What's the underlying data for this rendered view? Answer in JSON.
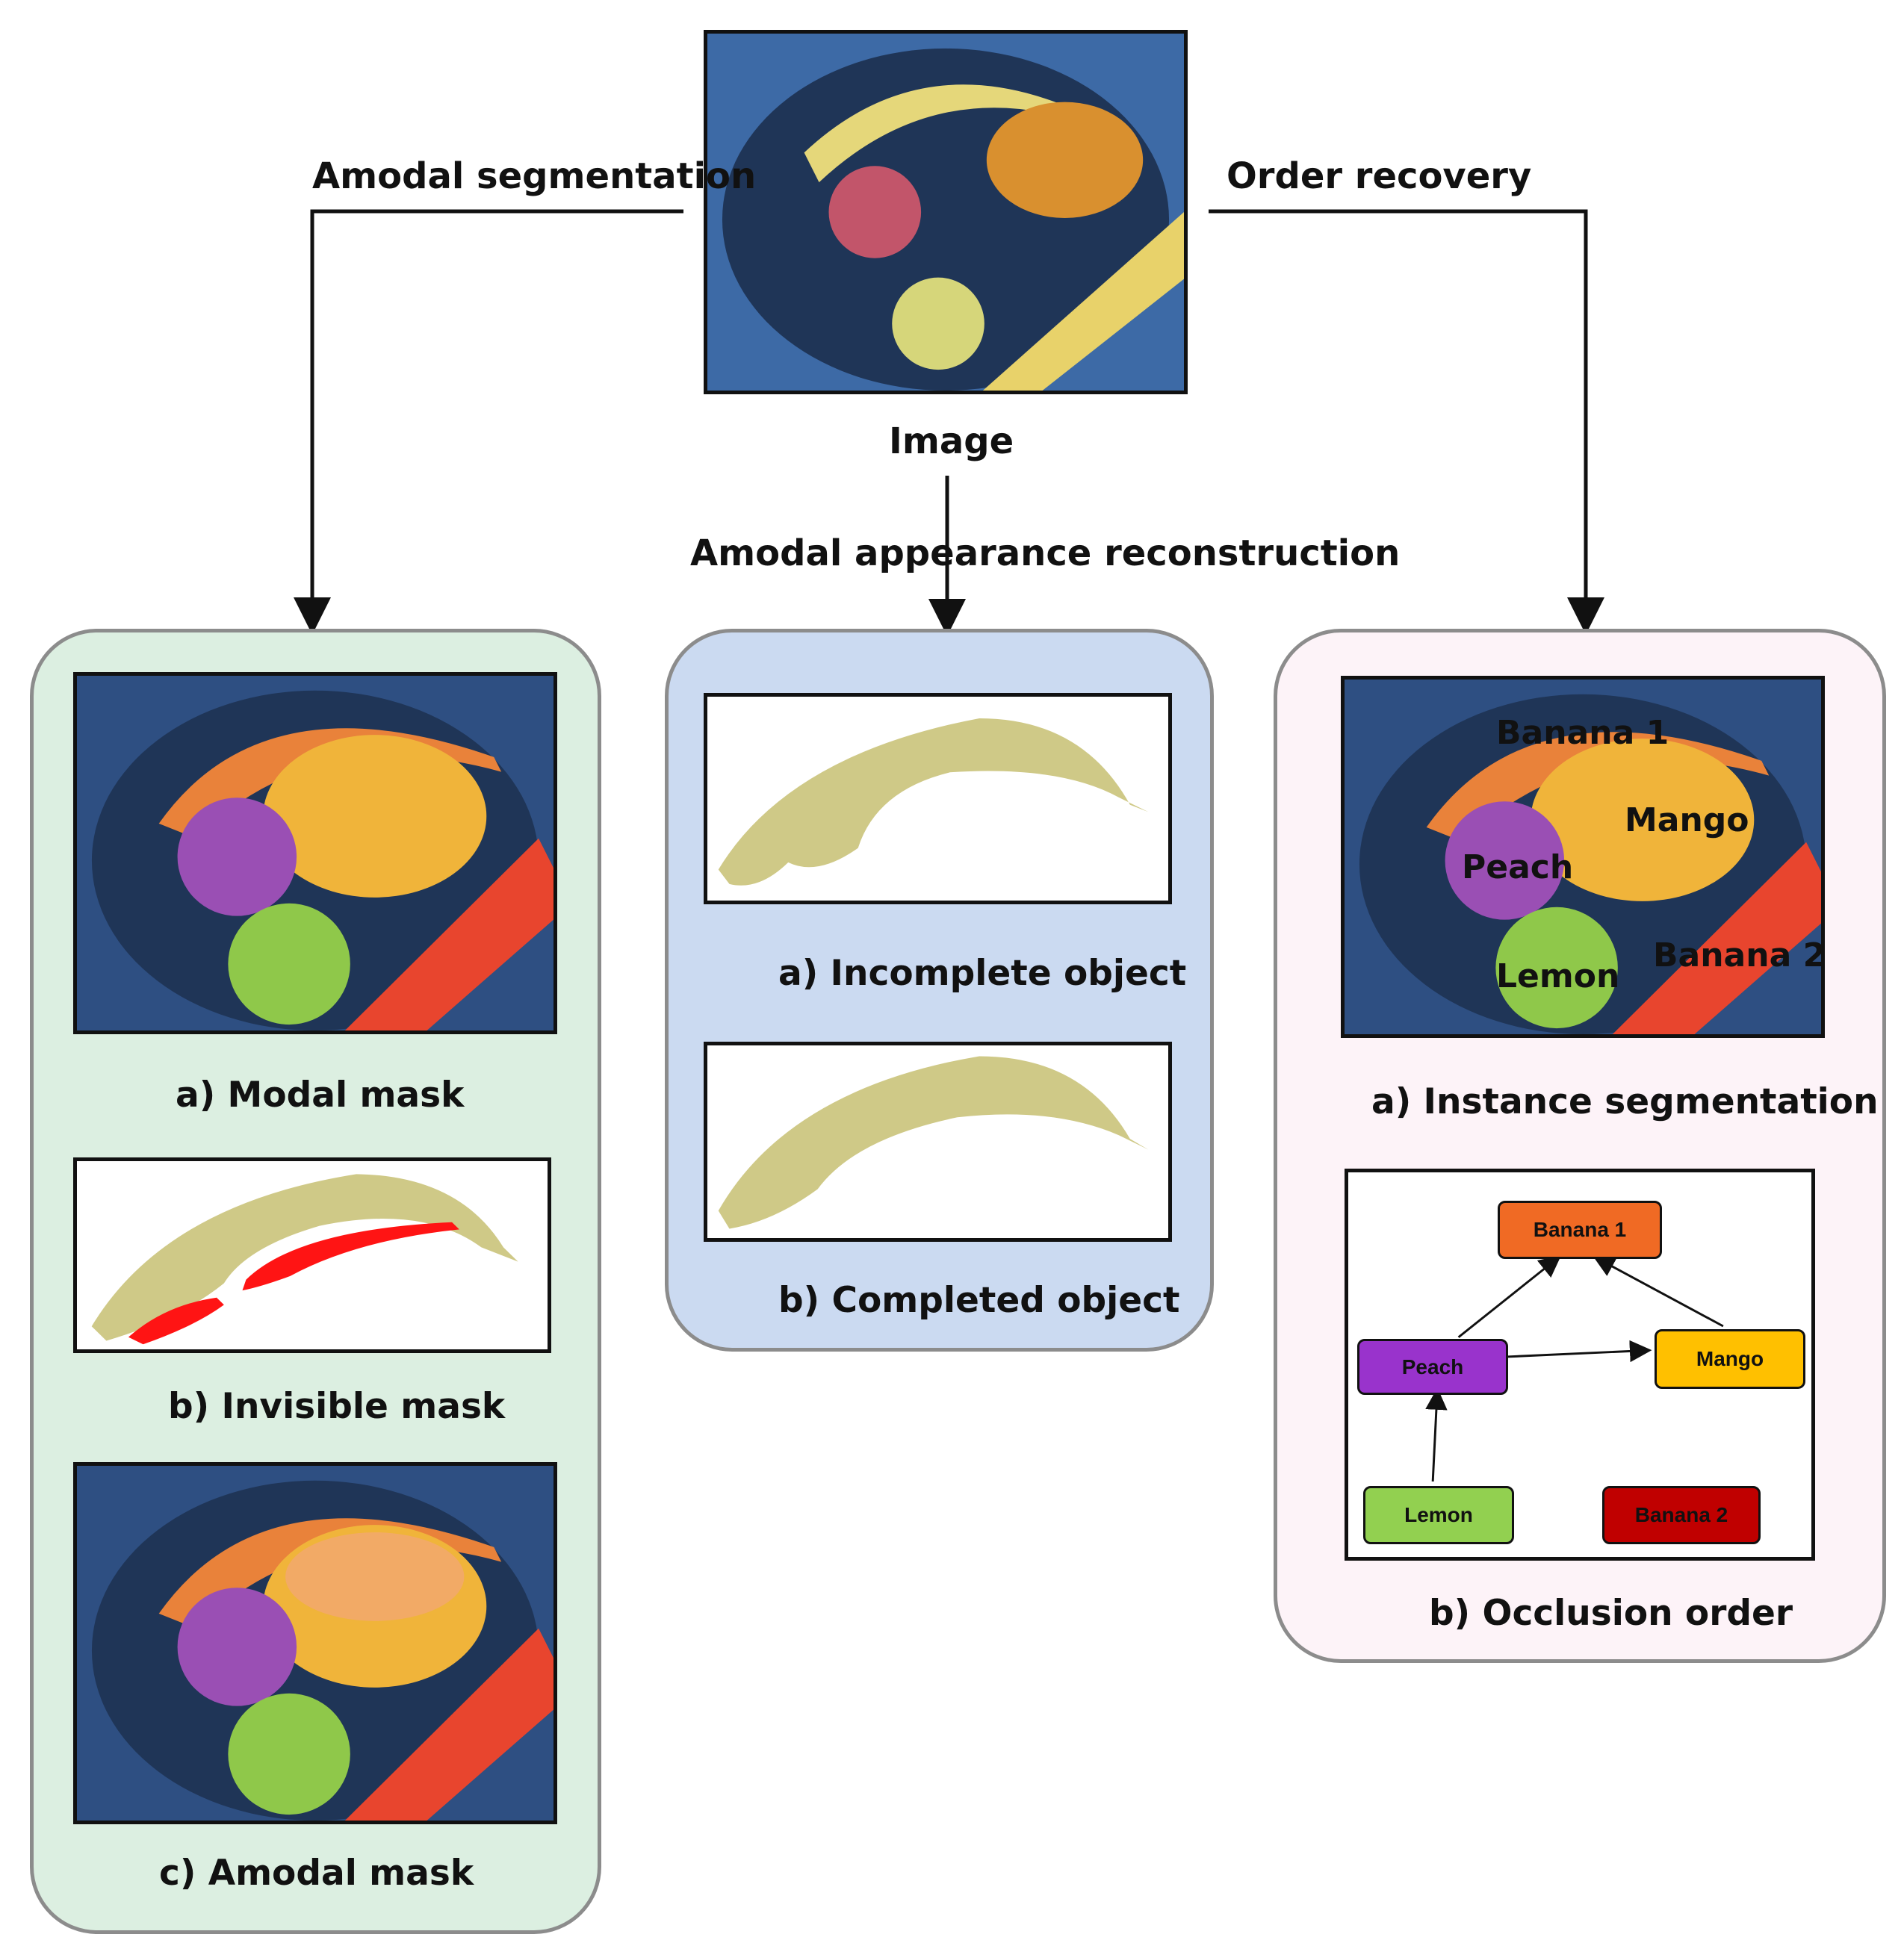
{
  "flow": {
    "left_branch": "Amodal segmentation",
    "right_branch": "Order recovery",
    "center_branch": "Amodal appearance reconstruction",
    "input_label": "Image"
  },
  "segmentation_panel": {
    "color": "#dcefe1",
    "items": [
      "a) Modal mask",
      "b) Invisible mask",
      "c) Amodal mask"
    ]
  },
  "reconstruction_panel": {
    "color": "#cbdaf1",
    "items": [
      "a) Incomplete object",
      "b) Completed object"
    ]
  },
  "order_panel": {
    "color": "#fdf3f8",
    "items": [
      "a) Instance segmentation",
      "b) Occlusion order"
    ],
    "instance_labels": [
      "Banana 1",
      "Mango",
      "Peach",
      "Lemon",
      "Banana 2"
    ]
  },
  "occlusion_graph": {
    "nodes": [
      {
        "name": "Banana 1",
        "color": "#f06a24"
      },
      {
        "name": "Peach",
        "color": "#9933cc"
      },
      {
        "name": "Mango",
        "color": "#ffc000"
      },
      {
        "name": "Lemon",
        "color": "#92d050"
      },
      {
        "name": "Banana 2",
        "color": "#c00000"
      }
    ],
    "edges": [
      {
        "from": "Peach",
        "to": "Banana 1"
      },
      {
        "from": "Mango",
        "to": "Banana 1"
      },
      {
        "from": "Peach",
        "to": "Mango"
      },
      {
        "from": "Lemon",
        "to": "Peach"
      }
    ]
  }
}
